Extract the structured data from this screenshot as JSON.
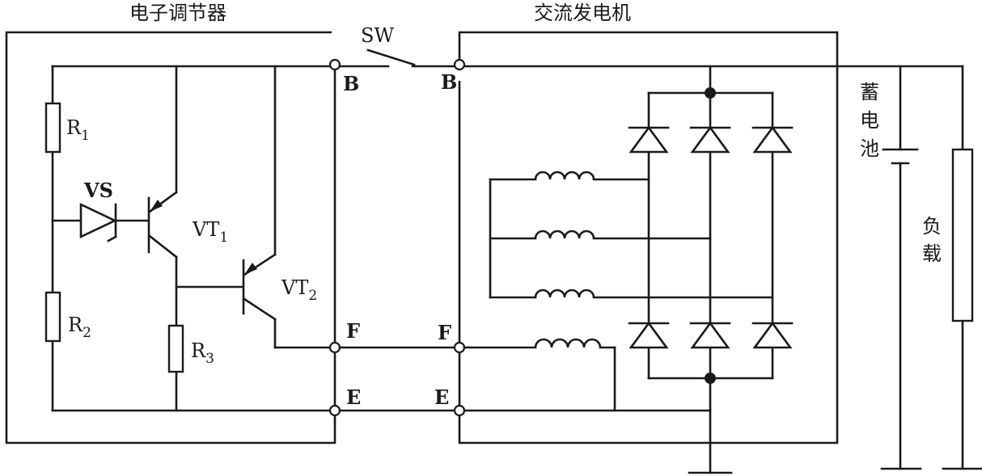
{
  "titles": {
    "regulator": "电子调节器",
    "alternator": "交流发电机"
  },
  "switch": {
    "label": "SW"
  },
  "components": {
    "r1": {
      "label": "R",
      "sub": "1"
    },
    "r2": {
      "label": "R",
      "sub": "2"
    },
    "r3": {
      "label": "R",
      "sub": "3"
    },
    "vs": {
      "label": "VS"
    },
    "vt1": {
      "label": "VT",
      "sub": "1"
    },
    "vt2": {
      "label": "VT",
      "sub": "2"
    }
  },
  "terminals": {
    "reg_b": "B",
    "reg_f": "F",
    "reg_e": "E",
    "alt_b": "B",
    "alt_f": "F",
    "alt_e": "E"
  },
  "battery": {
    "label_1": "蓄",
    "label_2": "电",
    "label_3": "池"
  },
  "load": {
    "label_1": "负",
    "label_2": "载"
  }
}
